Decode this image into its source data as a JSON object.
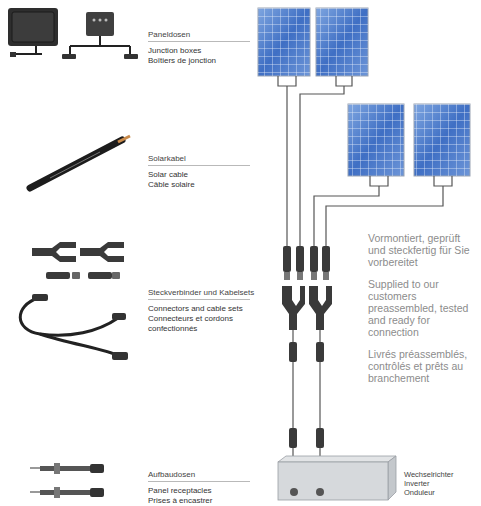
{
  "diagram": {
    "nodes": [
      {
        "text": [
          "Wechselrichter",
          "Inverter",
          "Onduleur"
        ]
      }
    ],
    "labels": [
      "Paneldosen",
      "Junction boxes",
      "Boîtiers de jonction",
      "Solarkabel",
      "Solar cable",
      "Câble solaire",
      "Steckverbinder und Kabelsets",
      "Connectors and cable sets",
      "Connecteurs et cordons confectionnés",
      "Aufbaudosen",
      "Panel receptacles",
      "Prises à encastrer",
      "Vormontiert, geprüft und steckfertig für Sie vorbereitet",
      "Supplied to our customers preassembled, tested and ready for connection",
      "Livrés préassemblés, contrôlés et prêts au branchement"
    ]
  }
}
